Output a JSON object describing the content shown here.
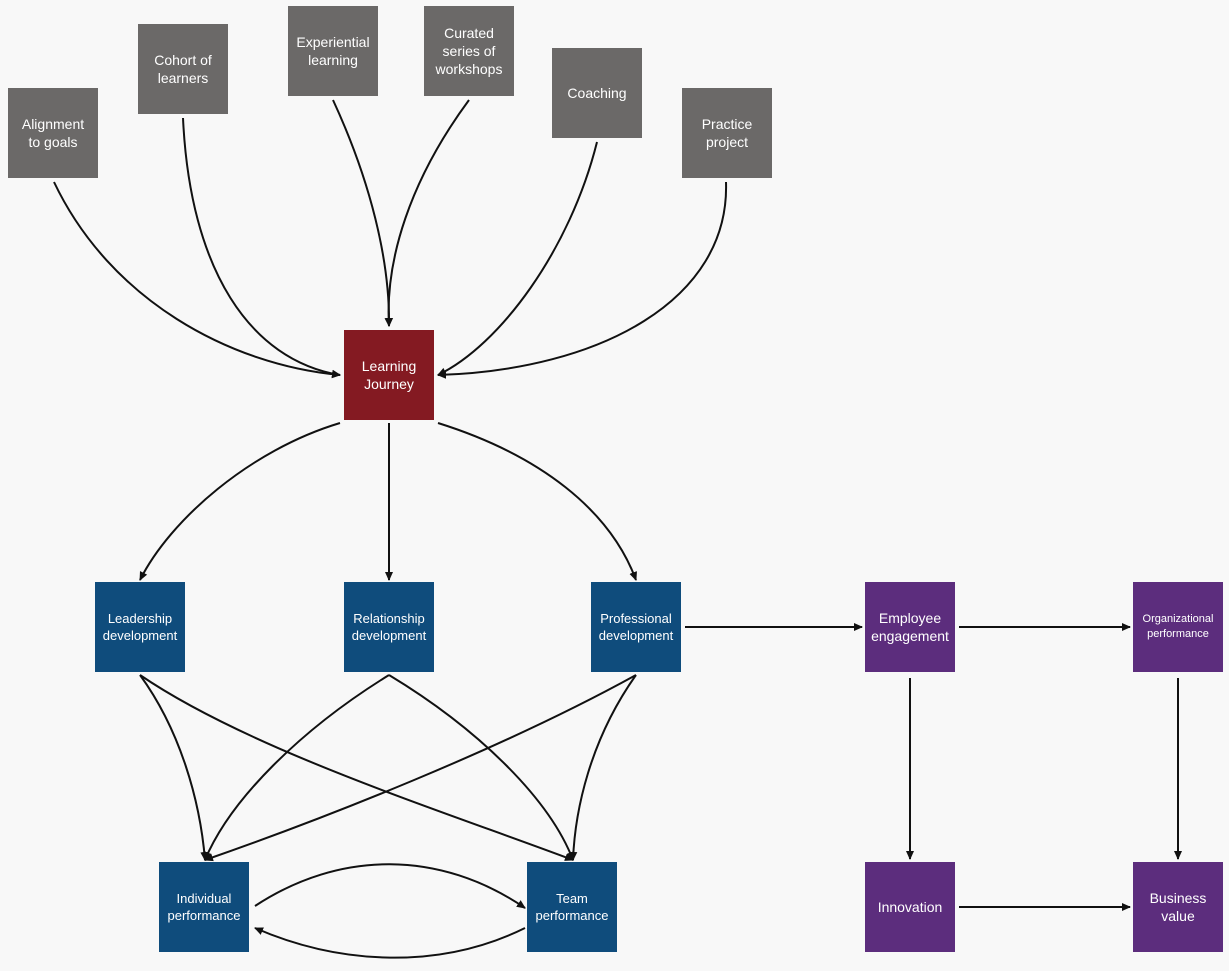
{
  "nodes": {
    "alignment": "Alignment\nto goals",
    "cohort": "Cohort of\nlearners",
    "experiential": "Experiential\nlearning",
    "curated": "Curated\nseries of\nworkshops",
    "coaching": "Coaching",
    "practice": "Practice\nproject",
    "journey": "Learning\nJourney",
    "leadership": "Leadership\ndevelopment",
    "relationship": "Relationship\ndevelopment",
    "professional": "Professional\ndevelopment",
    "individual": "Individual\nperformance",
    "team": "Team\nperformance",
    "engagement": "Employee\nengagement",
    "organizational": "Organizational\nperformance",
    "innovation": "Innovation",
    "business": "Business\nvalue"
  },
  "edges": [
    {
      "from": "alignment",
      "to": "journey"
    },
    {
      "from": "cohort",
      "to": "journey"
    },
    {
      "from": "experiential",
      "to": "journey"
    },
    {
      "from": "curated",
      "to": "journey"
    },
    {
      "from": "coaching",
      "to": "journey"
    },
    {
      "from": "practice",
      "to": "journey"
    },
    {
      "from": "journey",
      "to": "leadership"
    },
    {
      "from": "journey",
      "to": "relationship"
    },
    {
      "from": "journey",
      "to": "professional"
    },
    {
      "from": "leadership",
      "to": "individual"
    },
    {
      "from": "leadership",
      "to": "team"
    },
    {
      "from": "relationship",
      "to": "individual"
    },
    {
      "from": "relationship",
      "to": "team"
    },
    {
      "from": "professional",
      "to": "individual"
    },
    {
      "from": "professional",
      "to": "team"
    },
    {
      "from": "individual",
      "to": "team"
    },
    {
      "from": "team",
      "to": "individual"
    },
    {
      "from": "professional",
      "to": "engagement"
    },
    {
      "from": "engagement",
      "to": "organizational"
    },
    {
      "from": "engagement",
      "to": "innovation"
    },
    {
      "from": "organizational",
      "to": "business"
    },
    {
      "from": "innovation",
      "to": "business"
    }
  ],
  "colors": {
    "input": "#6b6968",
    "hub": "#841a22",
    "development": "#0f4c7c",
    "outcome": "#5c2d7d",
    "connector": "#111111"
  }
}
